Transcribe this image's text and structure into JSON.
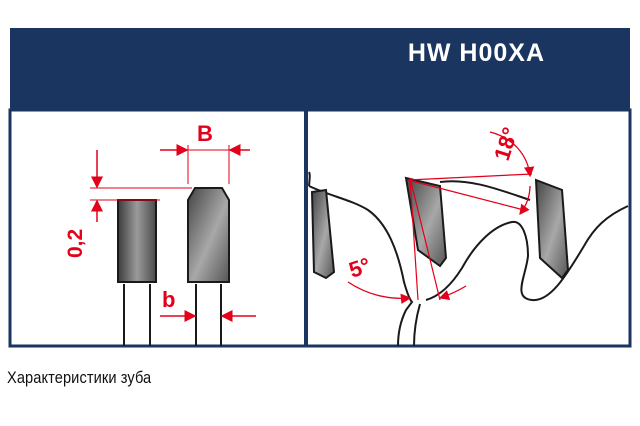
{
  "header": {
    "product_code": "HW H00XA"
  },
  "left_panel": {
    "dim_width_label": "B",
    "dim_thin_label": "b",
    "dim_height_label": "0,2"
  },
  "right_panel": {
    "angle_top_label": "18°",
    "angle_bottom_label": "5°"
  },
  "caption": {
    "text": "Характеристики зуба"
  },
  "colors": {
    "header_bg": "#1a3560",
    "dimension_red": "#e3001b",
    "outline": "#1a1a1a"
  }
}
